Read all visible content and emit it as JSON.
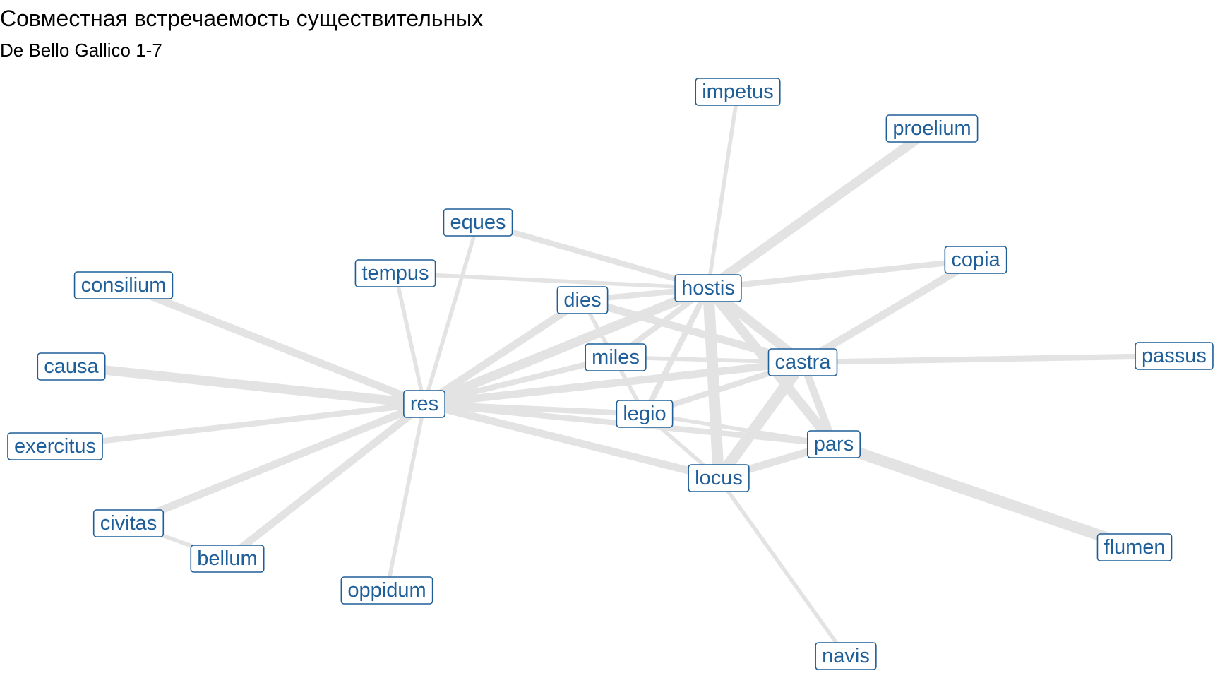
{
  "title": "Совместная встречаемость существительных",
  "subtitle": "De Bello Gallico 1-7",
  "colors": {
    "label": "#1f5f99",
    "edge": "#e3e3e3",
    "background": "#ffffff"
  },
  "nodes": [
    {
      "id": "impetus",
      "label": "impetus"
    },
    {
      "id": "proelium",
      "label": "proelium"
    },
    {
      "id": "eques",
      "label": "eques"
    },
    {
      "id": "copia",
      "label": "copia"
    },
    {
      "id": "tempus",
      "label": "tempus"
    },
    {
      "id": "hostis",
      "label": "hostis"
    },
    {
      "id": "consilium",
      "label": "consilium"
    },
    {
      "id": "dies",
      "label": "dies"
    },
    {
      "id": "passus",
      "label": "passus"
    },
    {
      "id": "miles",
      "label": "miles"
    },
    {
      "id": "castra",
      "label": "castra"
    },
    {
      "id": "causa",
      "label": "causa"
    },
    {
      "id": "res",
      "label": "res"
    },
    {
      "id": "legio",
      "label": "legio"
    },
    {
      "id": "exercitus",
      "label": "exercitus"
    },
    {
      "id": "pars",
      "label": "pars"
    },
    {
      "id": "locus",
      "label": "locus"
    },
    {
      "id": "civitas",
      "label": "civitas"
    },
    {
      "id": "flumen",
      "label": "flumen"
    },
    {
      "id": "bellum",
      "label": "bellum"
    },
    {
      "id": "oppidum",
      "label": "oppidum"
    },
    {
      "id": "navis",
      "label": "navis"
    }
  ],
  "edges": [
    {
      "source": "impetus",
      "target": "hostis",
      "weight": 1
    },
    {
      "source": "proelium",
      "target": "hostis",
      "weight": 4
    },
    {
      "source": "eques",
      "target": "hostis",
      "weight": 2
    },
    {
      "source": "eques",
      "target": "res",
      "weight": 1
    },
    {
      "source": "copia",
      "target": "hostis",
      "weight": 2
    },
    {
      "source": "copia",
      "target": "castra",
      "weight": 3
    },
    {
      "source": "tempus",
      "target": "hostis",
      "weight": 1
    },
    {
      "source": "tempus",
      "target": "res",
      "weight": 1
    },
    {
      "source": "consilium",
      "target": "res",
      "weight": 3
    },
    {
      "source": "causa",
      "target": "res",
      "weight": 4
    },
    {
      "source": "exercitus",
      "target": "res",
      "weight": 2
    },
    {
      "source": "civitas",
      "target": "res",
      "weight": 3
    },
    {
      "source": "civitas",
      "target": "bellum",
      "weight": 1
    },
    {
      "source": "bellum",
      "target": "res",
      "weight": 3
    },
    {
      "source": "oppidum",
      "target": "res",
      "weight": 1
    },
    {
      "source": "res",
      "target": "hostis",
      "weight": 4
    },
    {
      "source": "res",
      "target": "dies",
      "weight": 3
    },
    {
      "source": "res",
      "target": "miles",
      "weight": 2
    },
    {
      "source": "res",
      "target": "castra",
      "weight": 3
    },
    {
      "source": "res",
      "target": "legio",
      "weight": 2
    },
    {
      "source": "res",
      "target": "pars",
      "weight": 2
    },
    {
      "source": "res",
      "target": "locus",
      "weight": 3
    },
    {
      "source": "dies",
      "target": "hostis",
      "weight": 2
    },
    {
      "source": "dies",
      "target": "castra",
      "weight": 3
    },
    {
      "source": "dies",
      "target": "legio",
      "weight": 1
    },
    {
      "source": "miles",
      "target": "castra",
      "weight": 1
    },
    {
      "source": "miles",
      "target": "hostis",
      "weight": 2
    },
    {
      "source": "legio",
      "target": "hostis",
      "weight": 2
    },
    {
      "source": "legio",
      "target": "castra",
      "weight": 2
    },
    {
      "source": "legio",
      "target": "pars",
      "weight": 1
    },
    {
      "source": "legio",
      "target": "locus",
      "weight": 1
    },
    {
      "source": "hostis",
      "target": "castra",
      "weight": 4
    },
    {
      "source": "hostis",
      "target": "locus",
      "weight": 5
    },
    {
      "source": "hostis",
      "target": "pars",
      "weight": 4
    },
    {
      "source": "castra",
      "target": "locus",
      "weight": 5
    },
    {
      "source": "castra",
      "target": "pars",
      "weight": 3
    },
    {
      "source": "castra",
      "target": "passus",
      "weight": 2
    },
    {
      "source": "pars",
      "target": "locus",
      "weight": 3
    },
    {
      "source": "pars",
      "target": "flumen",
      "weight": 5
    },
    {
      "source": "locus",
      "target": "navis",
      "weight": 1
    }
  ]
}
